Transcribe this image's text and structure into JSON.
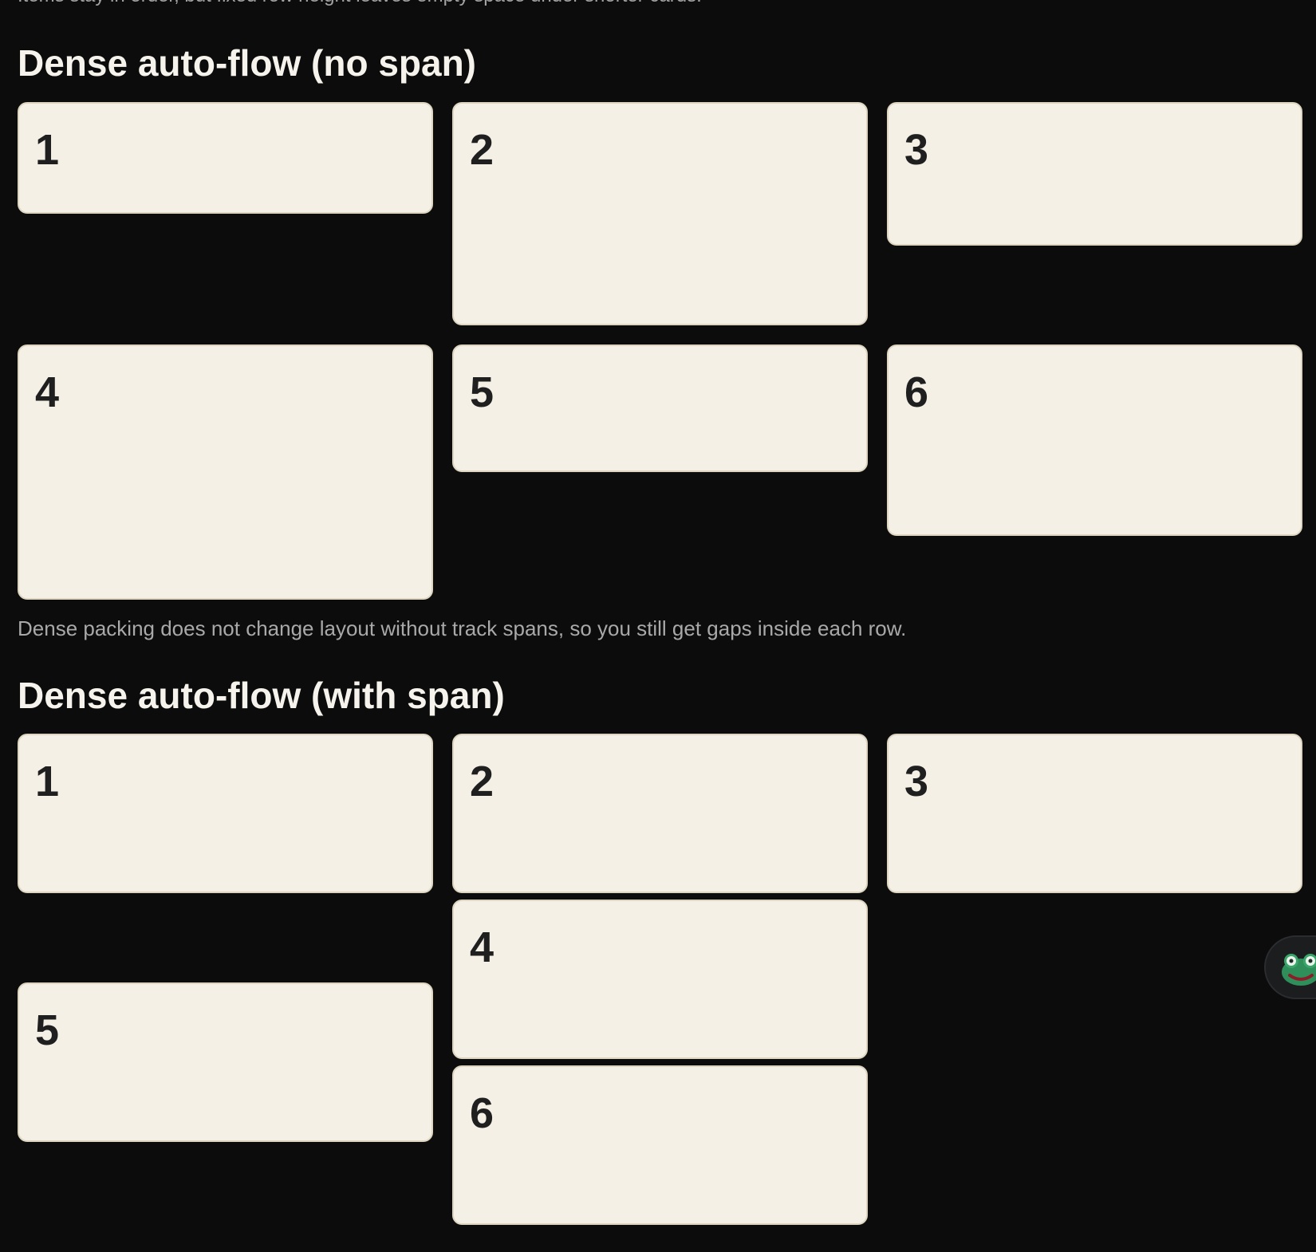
{
  "top_caption": "Items stay in order, but fixed row height leaves empty space under shorter cards.",
  "sections": [
    {
      "title": "Dense auto-flow (no span)",
      "cards": [
        "1",
        "2",
        "3",
        "4",
        "5",
        "6"
      ],
      "caption": "Dense packing does not change layout without track spans, so you still get gaps inside each row."
    },
    {
      "title": "Dense auto-flow (with span)",
      "cards": [
        "1",
        "2",
        "3",
        "4",
        "5",
        "6"
      ]
    }
  ],
  "floating_widget": {
    "icon": "frog-mascot-icon"
  }
}
